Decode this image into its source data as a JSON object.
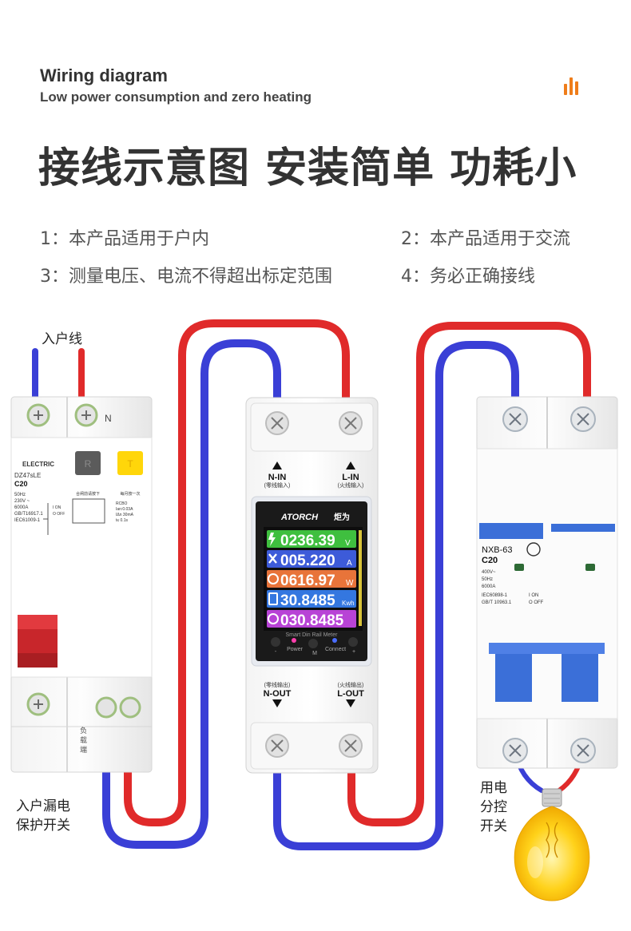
{
  "header": {
    "title_en": "Wiring diagram",
    "subtitle_en": "Low power consumption and zero heating",
    "headline_cn": "接线示意图 安装简单 功耗小",
    "accent_color": "#ef7d1a",
    "icon": "bars-icon"
  },
  "notes": [
    {
      "num": "1：",
      "text": "本产品适用于户内"
    },
    {
      "num": "2：",
      "text": "本产品适用于交流"
    },
    {
      "num": "3：",
      "text": "测量电压、电流不得超出标定范围"
    },
    {
      "num": "4：",
      "text": "务必正确接线"
    }
  ],
  "labels": {
    "incoming_line": "入户线",
    "rcbo_caption_1": "入户漏电",
    "rcbo_caption_2": "保护开关",
    "mcb_caption_1": "用电",
    "mcb_caption_2": "分控",
    "mcb_caption_3": "开关",
    "neutral_mark": "N"
  },
  "wire_colors": {
    "neutral": "#3a3fd6",
    "live": "#e02a2a"
  },
  "rcbo": {
    "brand": "ELECTRIC",
    "model": "DZ47sLE",
    "rating": "C20",
    "specs": [
      "50Hz",
      "230V ~",
      "6000A",
      "GB/T16917.1",
      "IEC61009-1"
    ],
    "on_off": [
      "I ON",
      "O OFF"
    ],
    "test_button": "T",
    "reset_button": "R",
    "reset_note": "合闸前请按下",
    "monthly_note": "每月按一次",
    "rcbo_specs": [
      "RCBO",
      "Ian:0.03A",
      "IΔn 30mA",
      "t≤ 0.1s"
    ],
    "load_text": [
      "负",
      "载",
      "端"
    ]
  },
  "meter": {
    "brand": "ATORCH",
    "brand_cn": "炬为",
    "n_in": "N-IN",
    "n_in_cn": "(零线输入)",
    "l_in": "L-IN",
    "l_in_cn": "(火线输入)",
    "n_out": "N-OUT",
    "n_out_cn": "(零线输出)",
    "l_out": "L-OUT",
    "l_out_cn": "(火线输出)",
    "readings": [
      {
        "value": "0236.39",
        "unit": "V",
        "icon": "lightning-icon",
        "color": "#3fbf3f"
      },
      {
        "value": "005.220",
        "unit": "A",
        "icon": "shuffle-icon",
        "color": "#3d5bd9"
      },
      {
        "value": "0616.97",
        "unit": "W",
        "icon": "power-icon",
        "color": "#e8743a"
      },
      {
        "value": "30.8485",
        "unit": "Kwh",
        "icon": "battery-icon",
        "color": "#3477e0"
      },
      {
        "value": "030.8485",
        "unit": "",
        "icon": "coin-icon",
        "color": "#b843d6"
      }
    ],
    "footer": "Smart Din Rail Meter",
    "buttons": {
      "minus": "-",
      "power": "Power",
      "m": "M",
      "connect": "Connect",
      "plus": "+"
    }
  },
  "mcb": {
    "model": "NXB-63",
    "rating": "C20",
    "specs": [
      "400V~",
      "50Hz",
      "6000A",
      "IEC60898-1",
      "GB/T 10963.1"
    ],
    "on_off": [
      "I ON",
      "O OFF"
    ],
    "accent": "#3b6fd8"
  }
}
